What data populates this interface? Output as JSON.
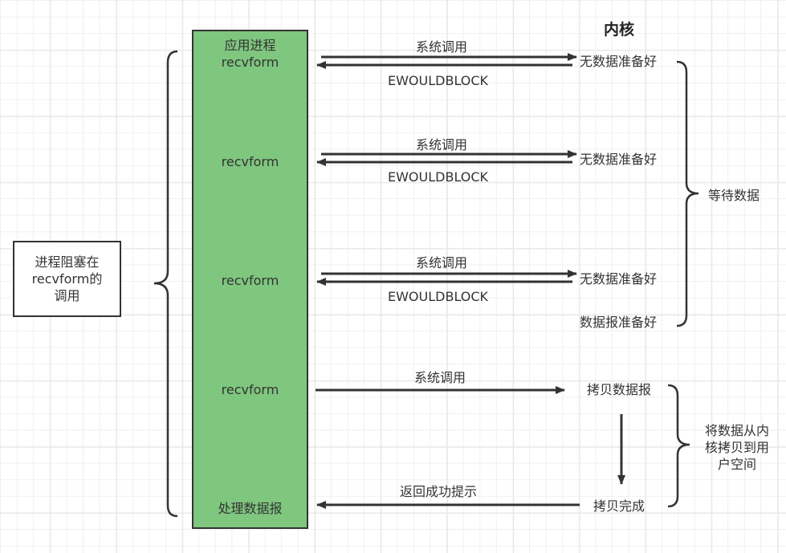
{
  "kernel_title": "内核",
  "process": {
    "header": "应用进程",
    "calls": [
      "recvform",
      "recvform",
      "recvform",
      "recvform"
    ],
    "final": "处理数据报"
  },
  "blocked_note": [
    "进程阻塞在",
    "recvform的",
    "调用"
  ],
  "syscall_label": "系统调用",
  "ewouldblock_label": "EWOULDBLOCK",
  "kernel_states": [
    "无数据准备好",
    "无数据准备好",
    "无数据准备好",
    "数据报准备好"
  ],
  "copy": {
    "start": "拷贝数据报",
    "done": "拷贝完成",
    "return_label": "返回成功提示"
  },
  "phases": {
    "wait": "等待数据",
    "copy": [
      "将数据从内",
      "核拷贝到用",
      "户空间"
    ]
  },
  "colors": {
    "process_fill": "#7fc67f",
    "stroke": "#333333"
  }
}
